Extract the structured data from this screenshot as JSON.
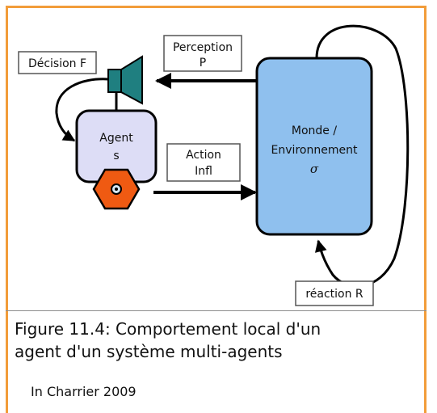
{
  "diagram": {
    "decision_label": "Décision F",
    "perception_line1": "Perception",
    "perception_line2": "P",
    "agent_line1": "Agent",
    "agent_line2": "s",
    "action_line1": "Action",
    "action_line2": "Infl",
    "world_line1": "Monde /",
    "world_line2": "Environnement",
    "world_sigma": "σ",
    "reaction_label": "réaction R"
  },
  "caption": {
    "line1": "Figure 11.4: Comportement local d'un",
    "line2": "agent d'un système multi-agents"
  },
  "source": "In Charrier 2009",
  "colors": {
    "frame": "#f29d3a",
    "world_fill": "#8fc0ee",
    "agent_fill": "#ddddf6",
    "sensor_fill": "#1f7f80",
    "actuator_fill": "#ef5a12"
  }
}
